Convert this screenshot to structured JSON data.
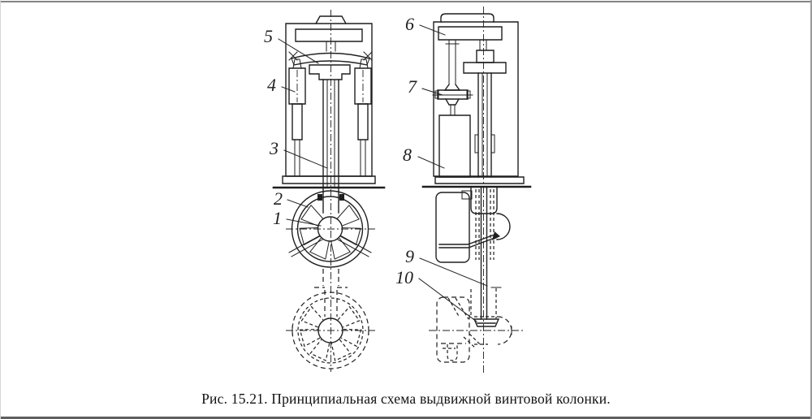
{
  "figure": {
    "caption": "Рис. 15.21. Принципиальная схема выдвижной винтовой колонки.",
    "ink_color": "#1f1f1f",
    "background": "#ffffff"
  },
  "callouts": [
    "1",
    "2",
    "3",
    "4",
    "5",
    "6",
    "7",
    "8",
    "9",
    "10"
  ]
}
